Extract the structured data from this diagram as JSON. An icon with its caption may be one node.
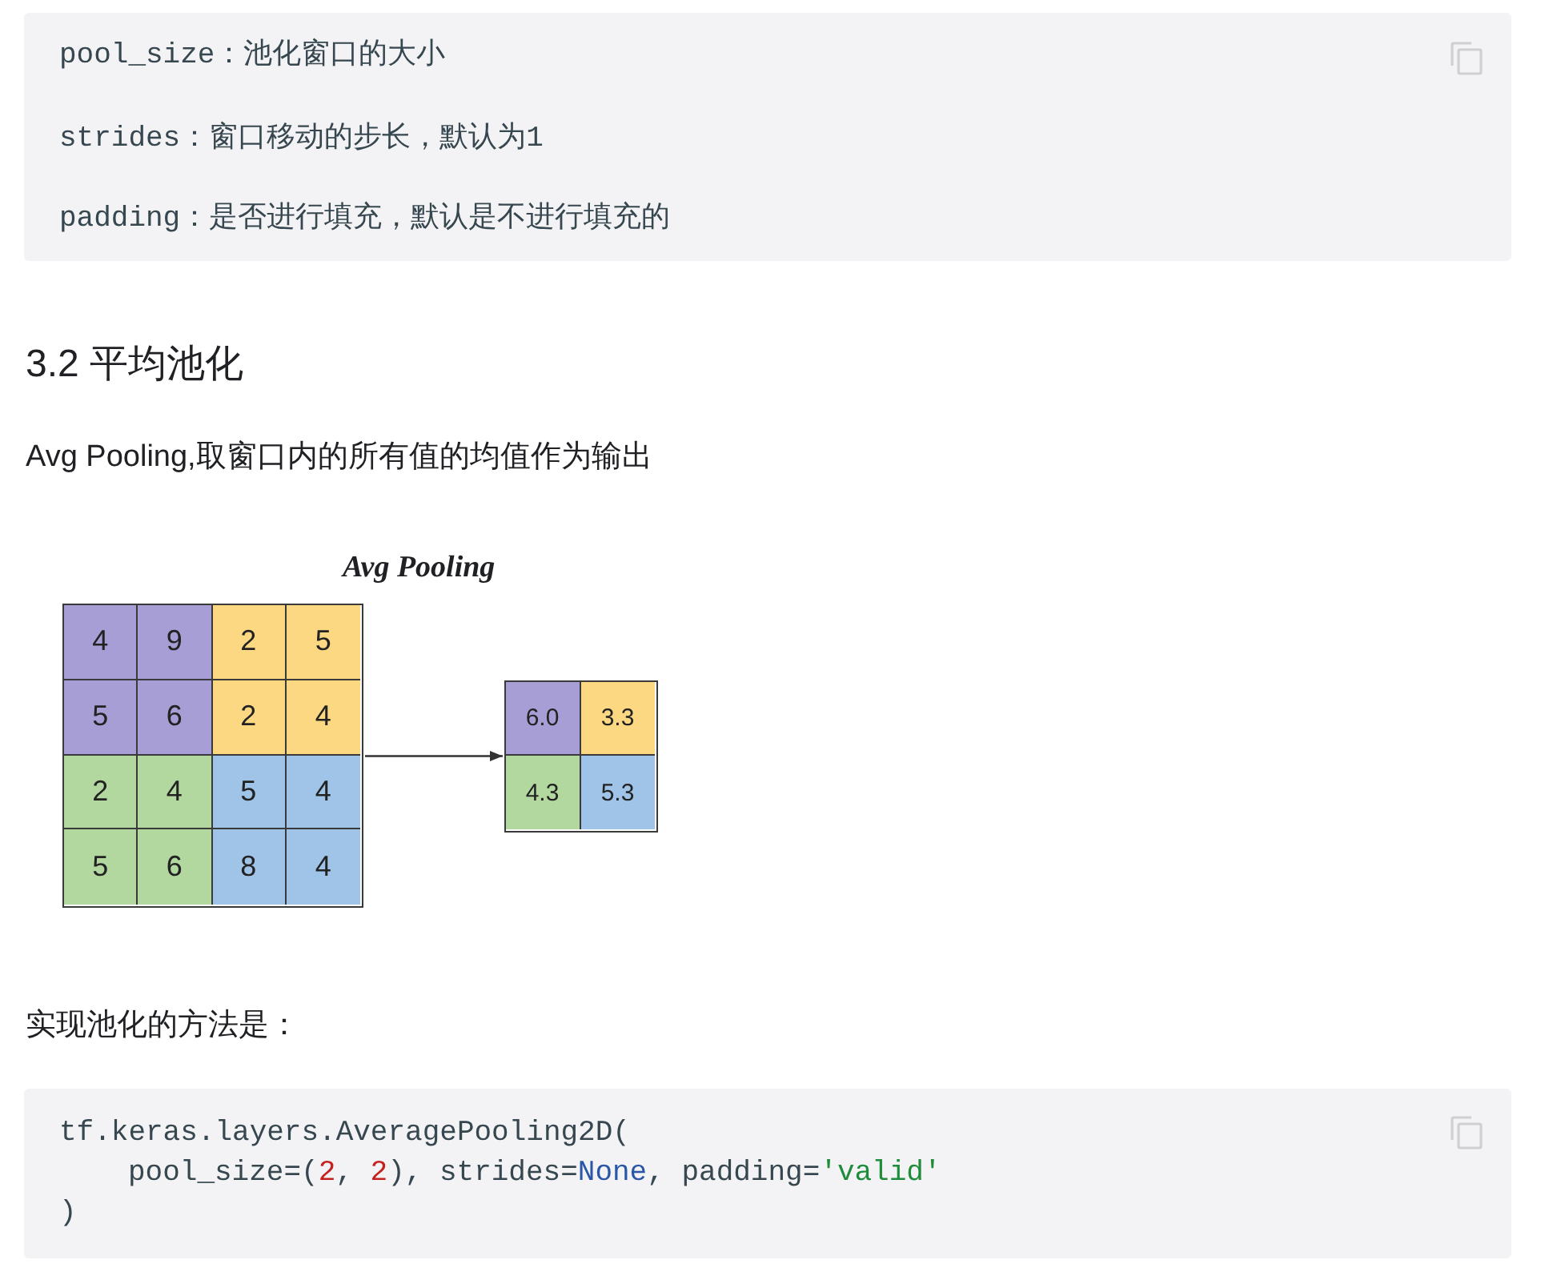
{
  "diagram": {
    "title": "3.2 平均池化",
    "nodes": [
      {
        "text": [],
        "shape": "box"
      },
      {
        "text": [
          "4"
        ],
        "in": 0
      },
      {
        "text": [
          "9"
        ],
        "in": 0
      },
      {
        "text": [
          "2"
        ],
        "in": 0
      },
      {
        "text": [
          "5"
        ],
        "in": 0
      },
      {
        "text": [
          "5"
        ],
        "in": 0
      },
      {
        "text": [
          "6"
        ],
        "in": 0
      },
      {
        "text": [
          "2"
        ],
        "in": 0
      },
      {
        "text": [
          "4"
        ],
        "in": 0
      },
      {
        "text": [
          "2"
        ],
        "in": 0
      },
      {
        "text": [
          "4"
        ],
        "in": 0
      },
      {
        "text": [
          "5"
        ],
        "in": 0
      },
      {
        "text": [
          "4"
        ],
        "in": 0
      },
      {
        "text": [
          "5"
        ],
        "in": 0
      },
      {
        "text": [
          "6"
        ],
        "in": 0
      },
      {
        "text": [
          "8"
        ],
        "in": 0
      },
      {
        "text": [
          "4"
        ],
        "in": 0
      },
      {
        "text": [],
        "shape": "box"
      },
      {
        "text": [
          "6.0"
        ],
        "in": 17
      },
      {
        "text": [
          "3.3"
        ],
        "in": 17
      },
      {
        "text": [
          "4.3"
        ],
        "in": 17
      },
      {
        "text": [
          "5.3"
        ],
        "in": 17
      }
    ],
    "edges": [
      {
        "from": 0,
        "to": 17,
        "arrow": "to"
      }
    ],
    "labels": [
      "pool_size：池化窗口的大小",
      "strides：窗口移动的步长，默认为1",
      "padding：是否进行填充，默认是不进行填充的",
      "Avg Pooling,取窗口内的所有值的均值作为输出",
      "Avg Pooling",
      "实现池化的方法是：",
      "tf.keras.layers.AveragePooling2D(",
      "pool_size=(2, 2), strides=None, padding='valid'",
      ")"
    ]
  }
}
